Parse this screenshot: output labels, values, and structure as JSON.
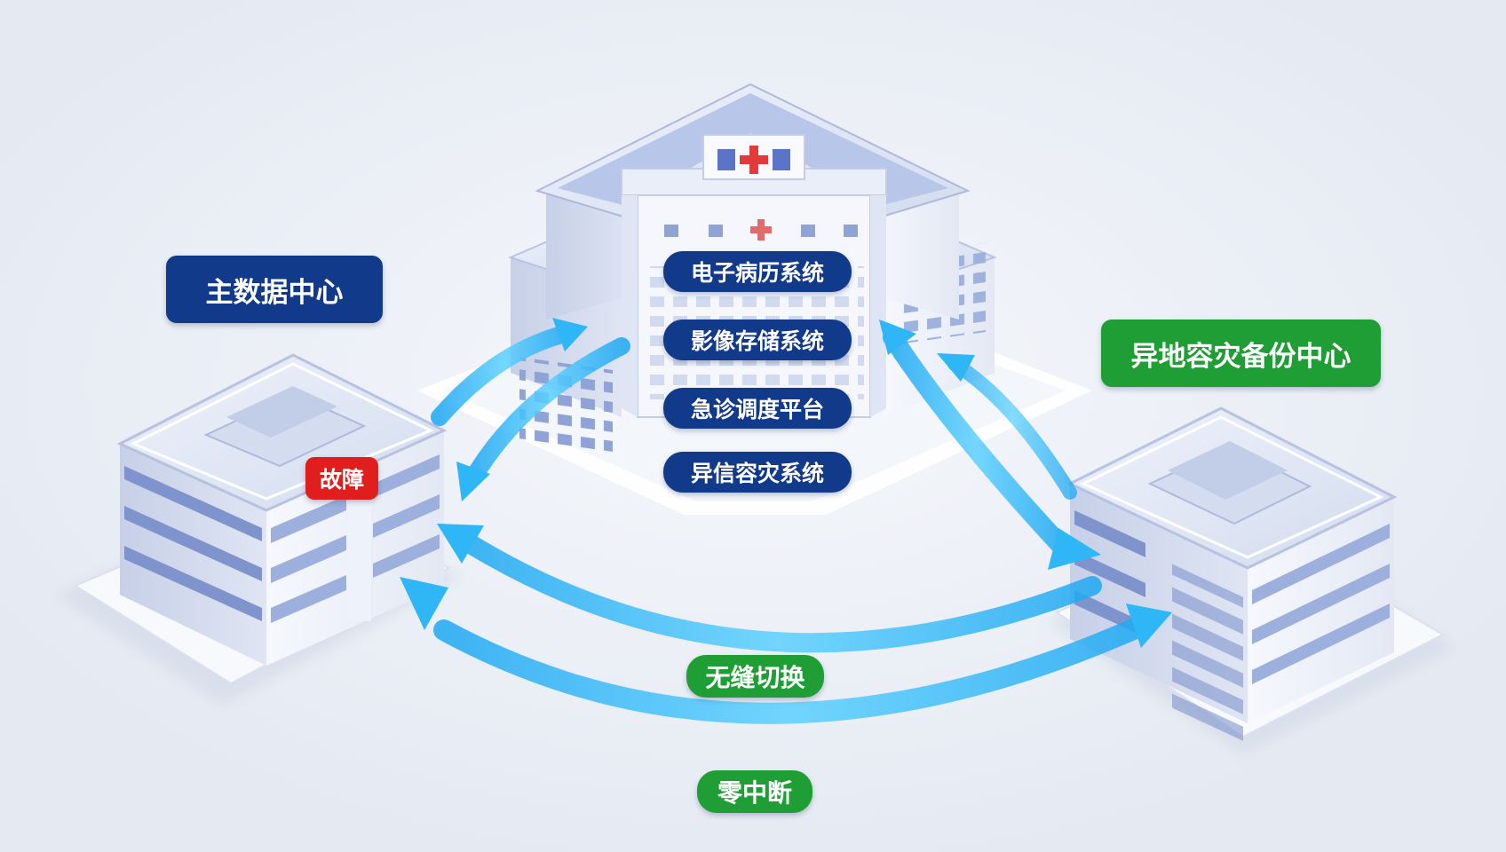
{
  "labels": {
    "primary_center": "主数据中心",
    "backup_center": "异地容灾备份中心",
    "fault": "故障",
    "seamless_switch": "无缝切换",
    "zero_interruption": "零中断"
  },
  "hospital_systems": [
    {
      "name": "电子病历系统"
    },
    {
      "name": "影像存储系统"
    },
    {
      "name": "急诊调度平台"
    },
    {
      "name": "异信容灾系统"
    }
  ],
  "colors": {
    "navy": "#123a8a",
    "green": "#1e9e34",
    "fault_red": "#e01e1e",
    "flow_cyan": "#2ab4f5",
    "building_face": "#f3f6fc",
    "window_blue": "#8fa3d6"
  },
  "icons": {
    "medical_cross": "medical-cross-icon"
  }
}
